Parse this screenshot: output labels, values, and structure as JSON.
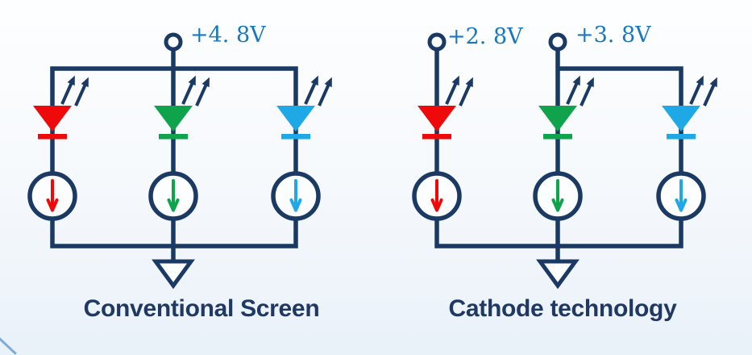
{
  "colors": {
    "wire": "#1b3a63",
    "title-text": "#1f3864",
    "label-blue": "#1878be",
    "led-red": "#ee0a0a",
    "led-green": "#0fa44c",
    "led-blue": "#1fa8e6",
    "source-fill": "#fbfdfe",
    "ground-fill": "#fdfefe",
    "corner-accent": "#5b93cc",
    "bg-top": "#fdfeff",
    "bg-bottom": "#e9f1f9"
  },
  "left_circuit": {
    "title": "Conventional Screen",
    "supplies": [
      {
        "label": "+4. 8V",
        "feeds": [
          "red",
          "green",
          "blue"
        ]
      }
    ],
    "branches": [
      "red",
      "green",
      "blue"
    ],
    "has_common_ground": true
  },
  "right_circuit": {
    "title": "Cathode technology",
    "supplies": [
      {
        "label": "+2. 8V",
        "feeds": [
          "red"
        ]
      },
      {
        "label": "+3. 8V",
        "feeds": [
          "green",
          "blue"
        ]
      }
    ],
    "branches": [
      "red",
      "green",
      "blue"
    ],
    "has_common_ground": true
  },
  "symbols": {
    "power_terminal": "open-circle",
    "led": "filled-triangle-with-cathode-bar",
    "light_emission": "double-diagonal-up-arrows",
    "current_source": "circle-with-down-arrow",
    "ground": "hollow-triangle"
  }
}
